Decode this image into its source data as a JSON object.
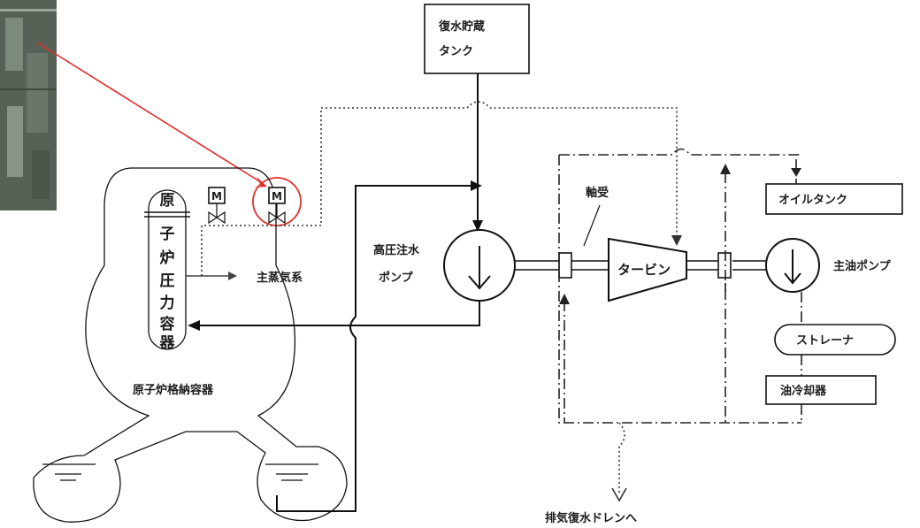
{
  "photo_caption": "",
  "labels": {
    "cst_line1": "復水貯蔵",
    "cst_line2": "タンク",
    "oil_tank": "オイルタンク",
    "bearing": "軸受",
    "hpci_line1": "高圧注水",
    "hpci_line2": "ポンプ",
    "turbine": "タービン",
    "main_oil_pump": "主油ポンプ",
    "strainer": "ストレーナ",
    "oil_cooler": "油冷却器",
    "main_steam": "主蒸気系",
    "rpv_vertical": "原子炉圧力容器",
    "containment": "原子炉格納容器",
    "exhaust_drain": "排気復水ドレンへ",
    "valve_motor_left": "M",
    "valve_motor_right": "M"
  },
  "colors": {
    "highlight_red": "#e03030",
    "photo_inset": "#5a6a5a"
  }
}
